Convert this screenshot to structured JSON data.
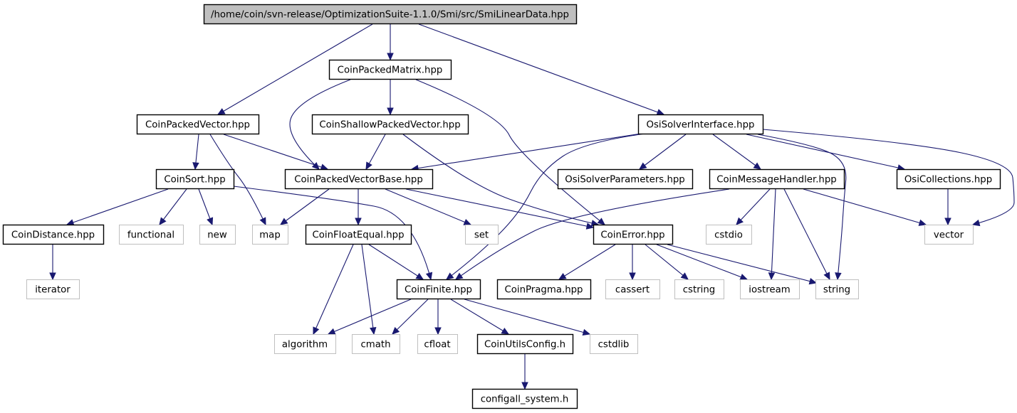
{
  "graph": {
    "nodes": [
      {
        "id": "root",
        "label": "/home/coin/svn-release/OptimizationSuite-1.1.0/Smi/src/SmiLinearData.hpp",
        "kind": "root"
      },
      {
        "id": "CoinPackedMatrix",
        "label": "CoinPackedMatrix.hpp",
        "kind": "local"
      },
      {
        "id": "CoinPackedVector",
        "label": "CoinPackedVector.hpp",
        "kind": "local"
      },
      {
        "id": "CoinShallowPackedVector",
        "label": "CoinShallowPackedVector.hpp",
        "kind": "local"
      },
      {
        "id": "OsiSolverInterface",
        "label": "OsiSolverInterface.hpp",
        "kind": "local"
      },
      {
        "id": "CoinSort",
        "label": "CoinSort.hpp",
        "kind": "local"
      },
      {
        "id": "CoinPackedVectorBase",
        "label": "CoinPackedVectorBase.hpp",
        "kind": "local"
      },
      {
        "id": "OsiSolverParameters",
        "label": "OsiSolverParameters.hpp",
        "kind": "local"
      },
      {
        "id": "CoinMessageHandler",
        "label": "CoinMessageHandler.hpp",
        "kind": "local"
      },
      {
        "id": "OsiCollections",
        "label": "OsiCollections.hpp",
        "kind": "local"
      },
      {
        "id": "CoinDistance",
        "label": "CoinDistance.hpp",
        "kind": "local"
      },
      {
        "id": "functional",
        "label": "functional",
        "kind": "ext"
      },
      {
        "id": "new",
        "label": "new",
        "kind": "ext"
      },
      {
        "id": "map",
        "label": "map",
        "kind": "ext"
      },
      {
        "id": "CoinFloatEqual",
        "label": "CoinFloatEqual.hpp",
        "kind": "local"
      },
      {
        "id": "set",
        "label": "set",
        "kind": "ext"
      },
      {
        "id": "CoinError",
        "label": "CoinError.hpp",
        "kind": "local"
      },
      {
        "id": "cstdio",
        "label": "cstdio",
        "kind": "ext"
      },
      {
        "id": "vector",
        "label": "vector",
        "kind": "ext"
      },
      {
        "id": "iterator",
        "label": "iterator",
        "kind": "ext"
      },
      {
        "id": "CoinFinite",
        "label": "CoinFinite.hpp",
        "kind": "local"
      },
      {
        "id": "CoinPragma",
        "label": "CoinPragma.hpp",
        "kind": "local"
      },
      {
        "id": "cassert",
        "label": "cassert",
        "kind": "ext"
      },
      {
        "id": "cstring",
        "label": "cstring",
        "kind": "ext"
      },
      {
        "id": "iostream",
        "label": "iostream",
        "kind": "ext"
      },
      {
        "id": "string",
        "label": "string",
        "kind": "ext"
      },
      {
        "id": "algorithm",
        "label": "algorithm",
        "kind": "ext"
      },
      {
        "id": "cmath",
        "label": "cmath",
        "kind": "ext"
      },
      {
        "id": "cfloat",
        "label": "cfloat",
        "kind": "ext"
      },
      {
        "id": "CoinUtilsConfig",
        "label": "CoinUtilsConfig.h",
        "kind": "local"
      },
      {
        "id": "cstdlib",
        "label": "cstdlib",
        "kind": "ext"
      },
      {
        "id": "configall_system",
        "label": "configall_system.h",
        "kind": "local"
      }
    ],
    "edges": [
      [
        "root",
        "CoinPackedMatrix"
      ],
      [
        "root",
        "CoinPackedVector"
      ],
      [
        "root",
        "OsiSolverInterface"
      ],
      [
        "CoinPackedMatrix",
        "CoinShallowPackedVector"
      ],
      [
        "CoinPackedMatrix",
        "CoinPackedVectorBase"
      ],
      [
        "CoinPackedMatrix",
        "CoinError"
      ],
      [
        "CoinPackedVector",
        "CoinSort"
      ],
      [
        "CoinPackedVector",
        "CoinPackedVectorBase"
      ],
      [
        "CoinPackedVector",
        "map"
      ],
      [
        "CoinShallowPackedVector",
        "CoinPackedVectorBase"
      ],
      [
        "CoinShallowPackedVector",
        "CoinError"
      ],
      [
        "OsiSolverInterface",
        "CoinPackedVectorBase"
      ],
      [
        "OsiSolverInterface",
        "OsiSolverParameters"
      ],
      [
        "OsiSolverInterface",
        "CoinMessageHandler"
      ],
      [
        "OsiSolverInterface",
        "OsiCollections"
      ],
      [
        "OsiSolverInterface",
        "CoinFinite"
      ],
      [
        "OsiSolverInterface",
        "string"
      ],
      [
        "OsiSolverInterface",
        "vector"
      ],
      [
        "CoinSort",
        "CoinDistance"
      ],
      [
        "CoinSort",
        "functional"
      ],
      [
        "CoinSort",
        "new"
      ],
      [
        "CoinSort",
        "CoinFinite"
      ],
      [
        "CoinPackedVectorBase",
        "map"
      ],
      [
        "CoinPackedVectorBase",
        "CoinFloatEqual"
      ],
      [
        "CoinPackedVectorBase",
        "set"
      ],
      [
        "CoinPackedVectorBase",
        "CoinError"
      ],
      [
        "CoinMessageHandler",
        "cstdio"
      ],
      [
        "CoinMessageHandler",
        "iostream"
      ],
      [
        "CoinMessageHandler",
        "string"
      ],
      [
        "CoinMessageHandler",
        "vector"
      ],
      [
        "CoinMessageHandler",
        "CoinFinite"
      ],
      [
        "OsiCollections",
        "vector"
      ],
      [
        "CoinDistance",
        "iterator"
      ],
      [
        "CoinFloatEqual",
        "CoinFinite"
      ],
      [
        "CoinFloatEqual",
        "algorithm"
      ],
      [
        "CoinFloatEqual",
        "cmath"
      ],
      [
        "CoinError",
        "CoinPragma"
      ],
      [
        "CoinError",
        "cassert"
      ],
      [
        "CoinError",
        "cstring"
      ],
      [
        "CoinError",
        "iostream"
      ],
      [
        "CoinError",
        "string"
      ],
      [
        "CoinFinite",
        "algorithm"
      ],
      [
        "CoinFinite",
        "cmath"
      ],
      [
        "CoinFinite",
        "cfloat"
      ],
      [
        "CoinFinite",
        "CoinUtilsConfig"
      ],
      [
        "CoinFinite",
        "cstdlib"
      ],
      [
        "CoinUtilsConfig",
        "configall_system"
      ]
    ]
  }
}
